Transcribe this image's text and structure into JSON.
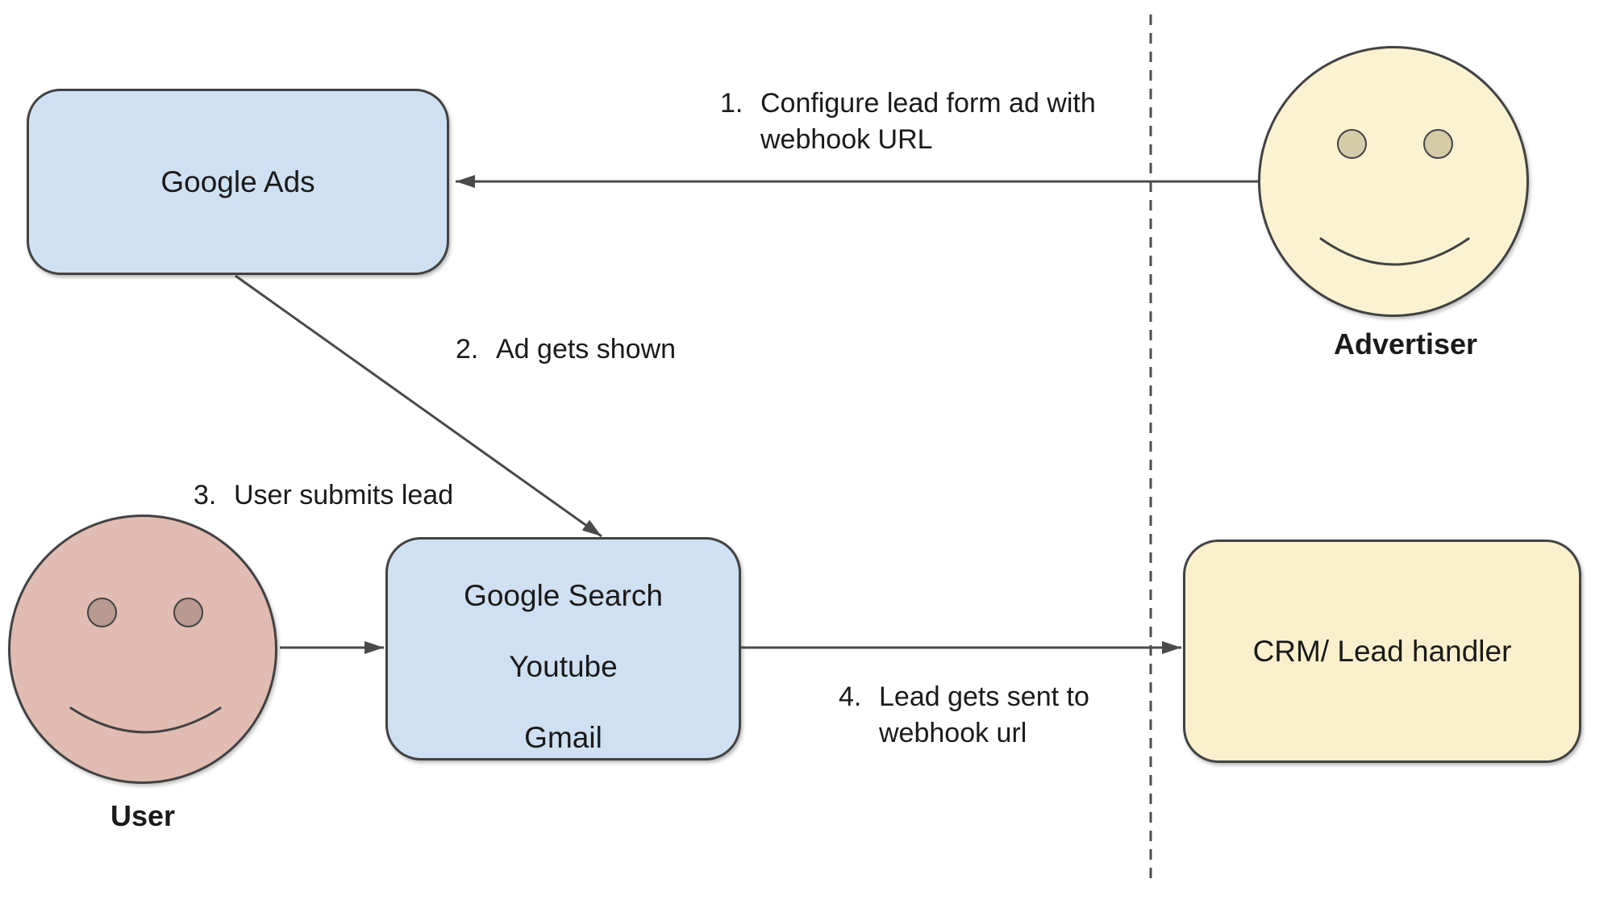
{
  "diagram": {
    "nodes": {
      "google_ads": {
        "label": "Google Ads"
      },
      "google_surfaces": {
        "line1": "Google Search",
        "line2": "Youtube",
        "line3": "Gmail"
      },
      "crm": {
        "label": "CRM/ Lead handler"
      }
    },
    "actors": {
      "user": {
        "label": "User"
      },
      "advertiser": {
        "label": "Advertiser"
      }
    },
    "steps": {
      "s1": {
        "num": "1.",
        "text": "Configure lead form ad with\nwebhook URL"
      },
      "s2": {
        "num": "2.",
        "text": "Ad gets shown"
      },
      "s3": {
        "num": "3.",
        "text": "User submits lead"
      },
      "s4": {
        "num": "4.",
        "text": "Lead gets sent to\nwebhook url"
      }
    },
    "colors": {
      "node_blue_fill": "#cfe0f2",
      "node_yellow_fill": "#fbf0cd",
      "user_face_fill": "#e1bcb2",
      "user_eye_fill": "#b99a90",
      "advertiser_face_fill": "#fbf2d2",
      "advertiser_eye_fill": "#d4cca9",
      "shape_stroke": "#424242",
      "connector_stroke": "#4a4a4a",
      "text": "#1a1a1a",
      "background": "#ffffff"
    }
  }
}
